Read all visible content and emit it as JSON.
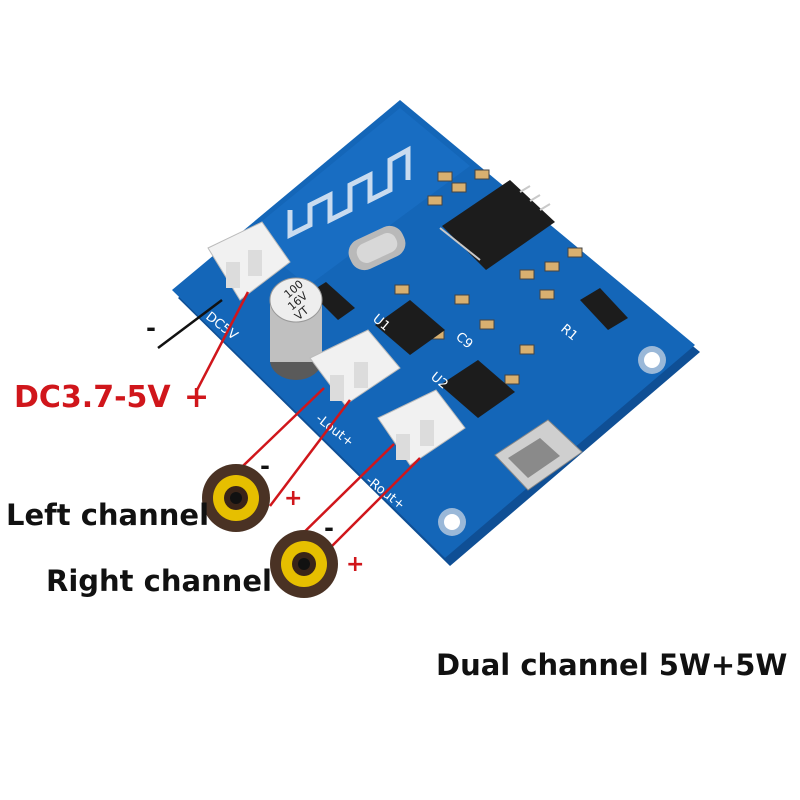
{
  "labels": {
    "power": "DC3.7-5V",
    "power_plus": "+",
    "power_minus": "-",
    "left_channel": "Left channel",
    "right_channel": "Right channel",
    "left_minus": "-",
    "left_plus": "+",
    "right_minus": "-",
    "right_plus": "+",
    "caption": "Dual channel 5W+5W"
  },
  "silkscreen": {
    "dc": "DC5V",
    "lout": "-Lout+",
    "rout": "-Rout+",
    "u1": "U1",
    "u2": "U2",
    "c9": "C9",
    "r1": "R1",
    "cap": [
      "100",
      "16V",
      "VT"
    ]
  },
  "colors": {
    "pcb": "#1466b8",
    "label_red": "#d0161b",
    "text_black": "#111111",
    "speaker_ring": "#e6bf00"
  }
}
